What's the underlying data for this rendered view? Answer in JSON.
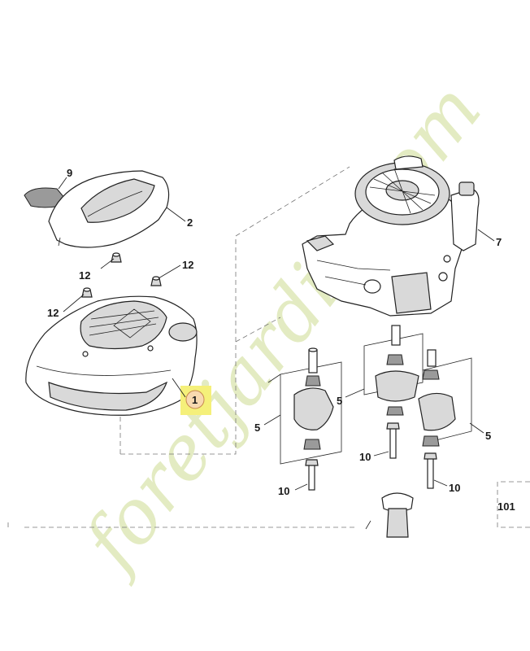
{
  "watermark": "foretjardin.com",
  "highlight_color": "#f5f07a",
  "callouts": {
    "c9": "9",
    "c2": "2",
    "c12a": "12",
    "c12b": "12",
    "c12c": "12",
    "c1": "1",
    "c7": "7",
    "c5a": "5",
    "c5b": "5",
    "c5c": "5",
    "c10a": "10",
    "c10b": "10",
    "c10c": "10",
    "c101": "101"
  }
}
